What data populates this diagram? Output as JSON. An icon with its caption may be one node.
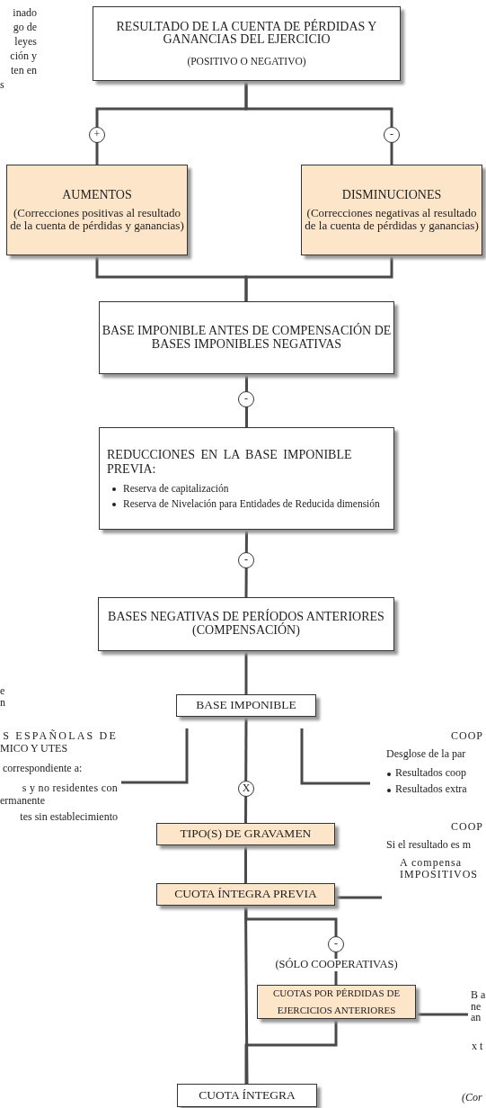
{
  "diagram": {
    "nodes": [
      {
        "text": [
          "RESULTADO DE LA CUENTA DE PÉRDIDAS Y GANANCIAS DEL EJERCICIO",
          "(POSITIVO O NEGATIVO)"
        ]
      },
      {
        "text": [
          "AUMENTOS",
          "(Correcciones positivas al resultado de la cuenta de pérdidas y ganancias)"
        ]
      },
      {
        "text": [
          "DISMINUCIONES",
          "(Correcciones negativas al resultado de la cuenta de pérdidas y ganancias)"
        ]
      },
      {
        "text": [
          "BASE IMPONIBLE ANTES DE COMPENSACIÓN DE BASES IMPONIBLES NEGATIVAS"
        ]
      },
      {
        "text": [
          "REDUCCIONES EN LA BASE IMPONIBLE PREVIA:",
          "Reserva de capitalización",
          "Reserva de Nivelación para Entidades de Reducida dimensión"
        ]
      },
      {
        "text": [
          "BASES NEGATIVAS DE PERÍODOS ANTERIORES (COMPENSACIÓN)"
        ]
      },
      {
        "text": [
          "BASE IMPONIBLE"
        ]
      },
      {
        "text": [
          "TIPO(S) DE GRAVAMEN"
        ]
      },
      {
        "text": [
          "CUOTA ÍNTEGRA PREVIA"
        ]
      },
      {
        "text": [
          "CUOTAS POR PÉRDIDAS DE EJERCICIOS ANTERIORES"
        ],
        "beside": [
          "(SÓLO COOPERATIVAS)"
        ]
      },
      {
        "text": [
          "CUOTA ÍNTEGRA"
        ]
      },
      {
        "text": [
          "A compensa IMPOSITIVOS"
        ]
      },
      {
        "text": [
          "B a ne an"
        ]
      }
    ],
    "edges": [
      {
        "from": 0,
        "to": 1,
        "arrow": "none",
        "label": "+"
      },
      {
        "from": 0,
        "to": 2,
        "arrow": "none",
        "label": "-"
      },
      {
        "from": 1,
        "to": 3,
        "arrow": "none"
      },
      {
        "from": 2,
        "to": 3,
        "arrow": "none"
      },
      {
        "from": 3,
        "to": 4,
        "arrow": "none",
        "label": "-"
      },
      {
        "from": 4,
        "to": 5,
        "arrow": "none",
        "label": "-"
      },
      {
        "from": 5,
        "to": 6,
        "arrow": "none"
      },
      {
        "from": 6,
        "to": 7,
        "arrow": "none",
        "label": "X"
      },
      {
        "from": 7,
        "to": 8,
        "arrow": "none"
      },
      {
        "from": 8,
        "to": 9,
        "arrow": "none",
        "label": "-"
      },
      {
        "from": 9,
        "to": 10,
        "arrow": "none"
      },
      {
        "from": 8,
        "to": 10,
        "arrow": "none"
      },
      {
        "from": 8,
        "to": 11,
        "arrow": "none"
      },
      {
        "from": 9,
        "to": 12,
        "arrow": "none"
      }
    ],
    "labels": [
      "inado",
      "go de",
      "leyes",
      "ción y",
      "ten en",
      "s",
      "e",
      "n",
      "S ESPAÑOLAS DE",
      "MICO Y UTES",
      "correspondiente a:",
      "s y no residentes con",
      "ermanente",
      "tes sin establecimiento",
      "COOP",
      "Desglose de la par",
      "Resultados coop",
      "Resultados extra",
      "COOP",
      "Si el resultado es m",
      "x t",
      "(Cor"
    ]
  }
}
